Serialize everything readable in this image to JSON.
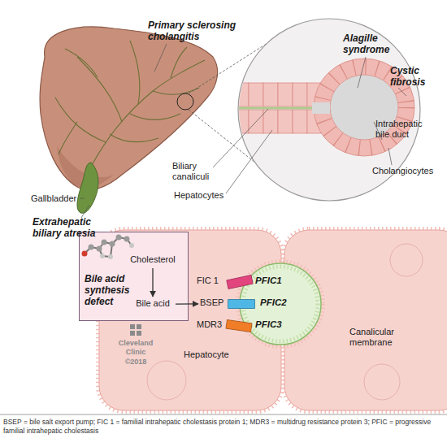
{
  "diagram": {
    "caption": "BSEP = bile salt export pump; FIC 1 = familial intrahepatic cholestasis protein 1; MDR3 = multidrug resistance protein 3; PFIC = progressive familial intrahepatic cholestasis",
    "nodes": [
      {
        "text": [
          "Bile acid synthesis defect"
        ]
      },
      {
        "text": [
          "Cholesterol"
        ],
        "in": 0
      },
      {
        "text": [
          "Bile acid"
        ],
        "in": 0
      },
      {
        "text": [
          "FIC 1"
        ]
      },
      {
        "text": [
          "BSEP"
        ]
      },
      {
        "text": [
          "MDR3"
        ]
      }
    ],
    "edges": [
      {
        "from": 1,
        "to": 2,
        "arrow": "to"
      },
      {
        "from": 2,
        "to": 4,
        "arrow": "to"
      }
    ],
    "labels": [
      "Primary sclerosing cholangitis",
      "Alagille syndrome",
      "Cystic fibrosis",
      "Biliary canaliculi",
      "Hepatocytes",
      "Intrahepatic bile duct",
      "Cholangiocytes",
      "Gallbladder",
      "Extrahepatic biliary atresia",
      "PFIC1",
      "PFIC2",
      "PFIC3",
      "Canalicular membrane",
      "Hepatocyte",
      "Cleveland Clinic",
      "©2018"
    ]
  }
}
